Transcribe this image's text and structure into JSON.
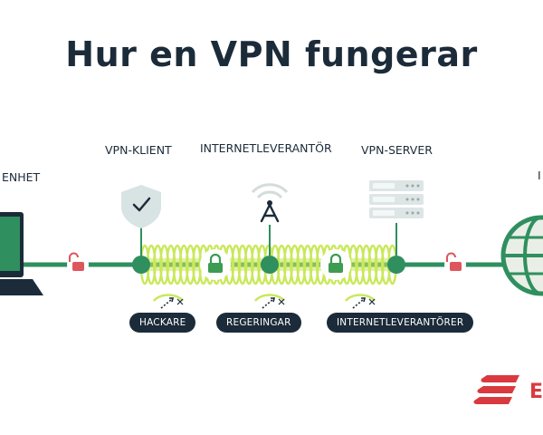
{
  "title": "Hur en VPN fungerar",
  "nodes": {
    "device": "ENHET",
    "vpn_client": "VPN-KLIENT",
    "isp": "INTERNETLEVERANTÖR",
    "vpn_server": "VPN-SERVER",
    "internet": "I"
  },
  "threats": {
    "hackers": "HACKARE",
    "governments": "REGERINGAR",
    "isps": "INTERNETLEVERANTÖRER"
  },
  "brand": {
    "text": "E"
  },
  "colors": {
    "navy": "#1c2b39",
    "green": "#2f8f5f",
    "tunnel": "#c9e85a",
    "lock": "#3d9b52",
    "unlocked": "#e0555c",
    "brand_red": "#da3940"
  }
}
